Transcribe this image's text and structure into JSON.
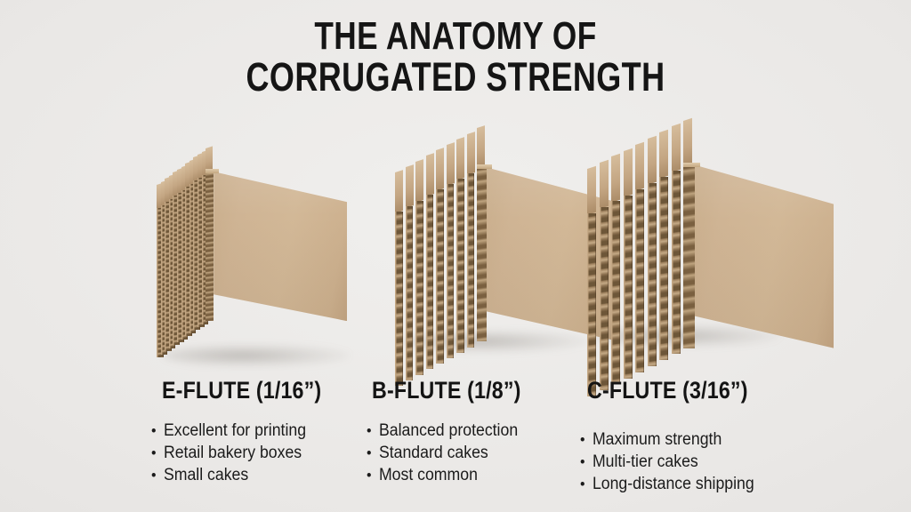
{
  "theme": {
    "background_color": "#eceae8",
    "text_color": "#141414",
    "cardboard_face_color": "#d2b897",
    "cardboard_edge_color": "#b79a77",
    "cardboard_flute_shadow_color": "#6d5638"
  },
  "title": {
    "line1": "THE ANATOMY OF",
    "line2": "CORRUGATED STRENGTH"
  },
  "samples": [
    {
      "id": "e-flute",
      "alt": "E-flute corrugated board stack",
      "layer_count": 12,
      "layer_thickness": "thin"
    },
    {
      "id": "b-flute",
      "alt": "B-flute corrugated board stack",
      "layer_count": 8,
      "layer_thickness": "medium"
    },
    {
      "id": "c-flute",
      "alt": "C-flute corrugated board stack",
      "layer_count": 8,
      "layer_thickness": "thick"
    }
  ],
  "columns": [
    {
      "heading": "E-FLUTE (1/16”)",
      "bullets": [
        "Excellent for printing",
        "Retail bakery boxes",
        "Small cakes"
      ]
    },
    {
      "heading": "B-FLUTE (1/8”)",
      "bullets": [
        "Balanced protection",
        "Standard cakes",
        "Most common"
      ]
    },
    {
      "heading": "C-FLUTE (3/16”)",
      "bullets": [
        "Maximum strength",
        "Multi-tier cakes",
        "Long-distance shipping"
      ]
    }
  ]
}
